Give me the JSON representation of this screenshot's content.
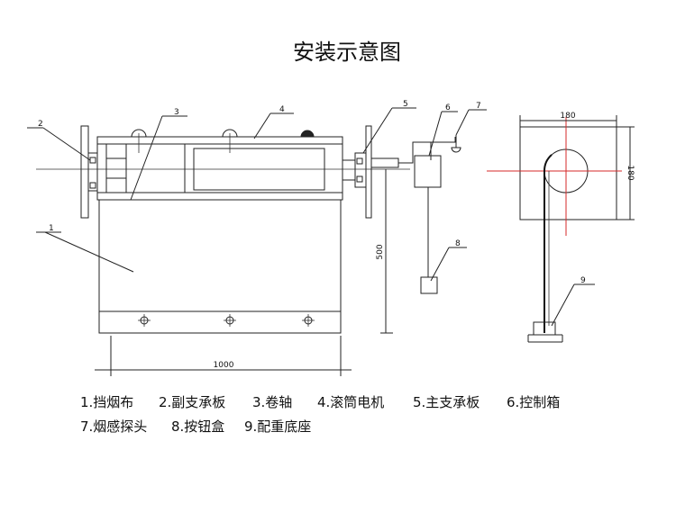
{
  "title": "安装示意图",
  "callouts": [
    "1",
    "2",
    "3",
    "4",
    "5",
    "6",
    "7",
    "8",
    "9"
  ],
  "dimensions": {
    "height_main": "500",
    "width_main": "1000",
    "box_width": "180",
    "box_height": "180"
  },
  "legend": {
    "line1": [
      "1.挡烟布",
      "2.副支承板",
      "3.卷轴",
      "4.滚筒电机",
      "5.主支承板",
      "6.控制箱"
    ],
    "line2": [
      "7.烟感探头",
      "8.按钮盒",
      "9.配重底座"
    ]
  },
  "colors": {
    "line": "#222222",
    "accent": "#d42a2a"
  }
}
